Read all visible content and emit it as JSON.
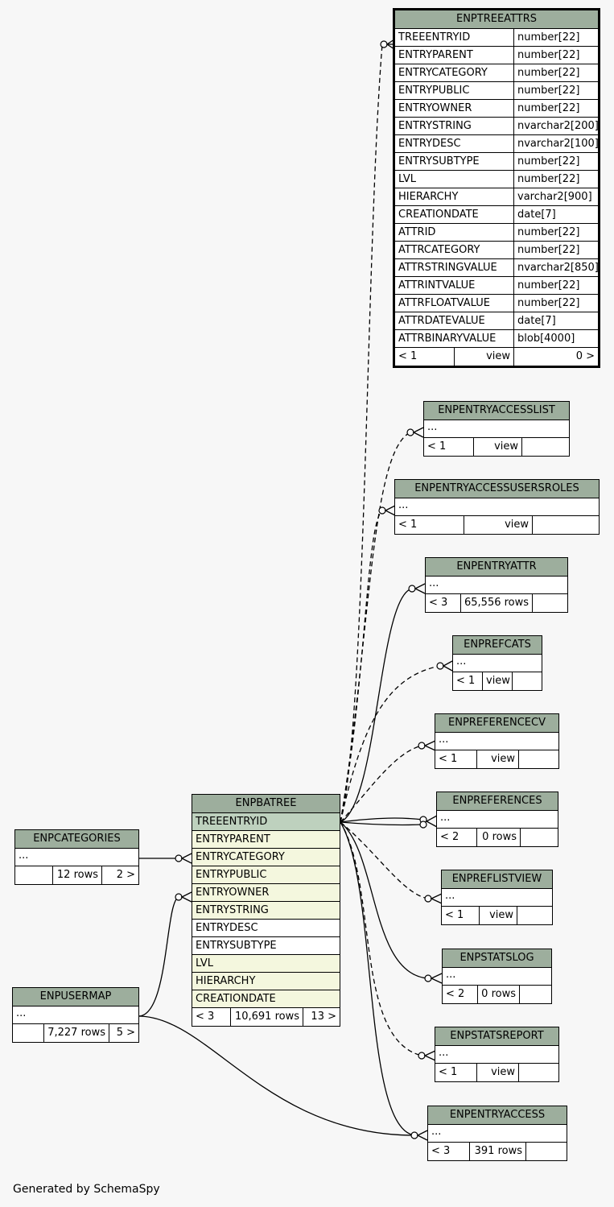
{
  "tables": {
    "enptreeattrs": {
      "name": "ENPTREEATTRS",
      "columns": [
        {
          "name": "TREEENTRYID",
          "type": "number[22]"
        },
        {
          "name": "ENTRYPARENT",
          "type": "number[22]"
        },
        {
          "name": "ENTRYCATEGORY",
          "type": "number[22]"
        },
        {
          "name": "ENTRYPUBLIC",
          "type": "number[22]"
        },
        {
          "name": "ENTRYOWNER",
          "type": "number[22]"
        },
        {
          "name": "ENTRYSTRING",
          "type": "nvarchar2[200]"
        },
        {
          "name": "ENTRYDESC",
          "type": "nvarchar2[100]"
        },
        {
          "name": "ENTRYSUBTYPE",
          "type": "number[22]"
        },
        {
          "name": "LVL",
          "type": "number[22]"
        },
        {
          "name": "HIERARCHY",
          "type": "varchar2[900]"
        },
        {
          "name": "CREATIONDATE",
          "type": "date[7]"
        },
        {
          "name": "ATTRID",
          "type": "number[22]"
        },
        {
          "name": "ATTRCATEGORY",
          "type": "number[22]"
        },
        {
          "name": "ATTRSTRINGVALUE",
          "type": "nvarchar2[850]"
        },
        {
          "name": "ATTRINTVALUE",
          "type": "number[22]"
        },
        {
          "name": "ATTRFLOATVALUE",
          "type": "number[22]"
        },
        {
          "name": "ATTRDATEVALUE",
          "type": "date[7]"
        },
        {
          "name": "ATTRBINARYVALUE",
          "type": "blob[4000]"
        }
      ],
      "footer": [
        "< 1",
        "view",
        "0 >"
      ]
    },
    "enpentryaccesslist": {
      "name": "ENPENTRYACCESSLIST",
      "ellipsis": "...",
      "footer": [
        "< 1",
        "view",
        ""
      ]
    },
    "enpentryaccessusersroles": {
      "name": "ENPENTRYACCESSUSERSROLES",
      "ellipsis": "...",
      "footer": [
        "< 1",
        "view",
        ""
      ]
    },
    "enpentryattr": {
      "name": "ENPENTRYATTR",
      "ellipsis": "...",
      "footer": [
        "< 3",
        "65,556 rows",
        ""
      ]
    },
    "enprefcats": {
      "name": "ENPREFCATS",
      "ellipsis": "...",
      "footer": [
        "< 1",
        "view",
        ""
      ]
    },
    "enpreferencecv": {
      "name": "ENPREFERENCECV",
      "ellipsis": "...",
      "footer": [
        "< 1",
        "view",
        ""
      ]
    },
    "enpreferences": {
      "name": "ENPREFERENCES",
      "ellipsis": "...",
      "footer": [
        "< 2",
        "0 rows",
        ""
      ]
    },
    "enpreflistview": {
      "name": "ENPREFLISTVIEW",
      "ellipsis": "...",
      "footer": [
        "< 1",
        "view",
        ""
      ]
    },
    "enpstatslog": {
      "name": "ENPSTATSLOG",
      "ellipsis": "...",
      "footer": [
        "< 2",
        "0 rows",
        ""
      ]
    },
    "enpstatsreport": {
      "name": "ENPSTATSREPORT",
      "ellipsis": "...",
      "footer": [
        "< 1",
        "view",
        ""
      ]
    },
    "enpentryaccess": {
      "name": "ENPENTRYACCESS",
      "ellipsis": "...",
      "footer": [
        "< 3",
        "391 rows",
        ""
      ]
    },
    "enpcategories": {
      "name": "ENPCATEGORIES",
      "ellipsis": "...",
      "footer": [
        "",
        "12 rows",
        "2 >"
      ]
    },
    "enpusermap": {
      "name": "ENPUSERMAP",
      "ellipsis": "...",
      "footer": [
        "",
        "7,227 rows",
        "5 >"
      ]
    },
    "enpbatree": {
      "name": "ENPBATREE",
      "columns": [
        {
          "name": "TREEENTRYID",
          "kind": "pk"
        },
        {
          "name": "ENTRYPARENT",
          "kind": "fk"
        },
        {
          "name": "ENTRYCATEGORY",
          "kind": "fk"
        },
        {
          "name": "ENTRYPUBLIC",
          "kind": "fk"
        },
        {
          "name": "ENTRYOWNER",
          "kind": "fk"
        },
        {
          "name": "ENTRYSTRING",
          "kind": "fk"
        },
        {
          "name": "ENTRYDESC",
          "kind": "plain"
        },
        {
          "name": "ENTRYSUBTYPE",
          "kind": "plain"
        },
        {
          "name": "LVL",
          "kind": "fk"
        },
        {
          "name": "HIERARCHY",
          "kind": "fk"
        },
        {
          "name": "CREATIONDATE",
          "kind": "fk"
        }
      ],
      "footer": [
        "< 3",
        "10,691 rows",
        "13 >"
      ]
    }
  },
  "colors": {
    "header": "#9dae9d",
    "primary_key_row": "#bed1be",
    "foreign_key_row": "#f4f7de",
    "background": "#f7f7f7"
  },
  "credit": "Generated by SchemaSpy"
}
